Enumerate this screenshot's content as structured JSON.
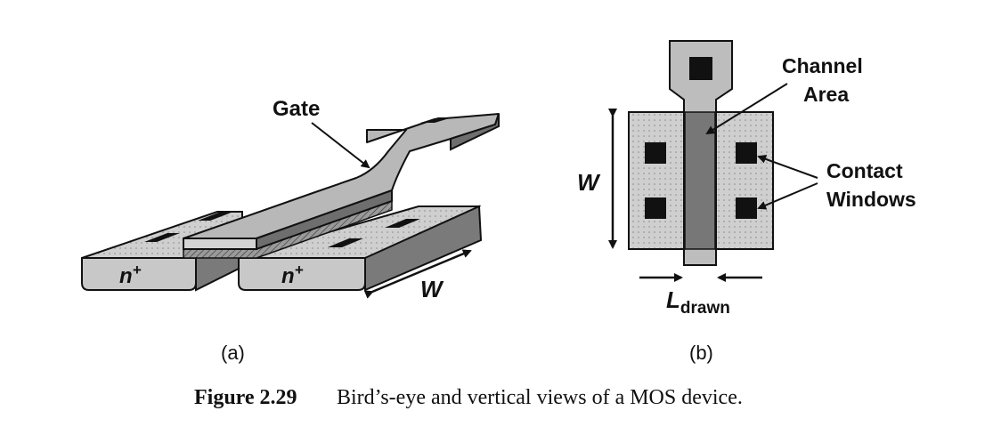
{
  "panel_a": {
    "gate_label": "Gate",
    "n_plus": "n",
    "n_plus_sup": "+",
    "width_label": "W",
    "sublabel": "(a)"
  },
  "panel_b": {
    "channel_label_line1": "Channel",
    "channel_label_line2": "Area",
    "contact_label_line1": "Contact",
    "contact_label_line2": "Windows",
    "width_label": "W",
    "length_label": "L",
    "length_subscript": "drawn",
    "sublabel": "(b)"
  },
  "caption": {
    "number": "Figure 2.29",
    "text": "Bird’s-eye and vertical views of a MOS device."
  }
}
